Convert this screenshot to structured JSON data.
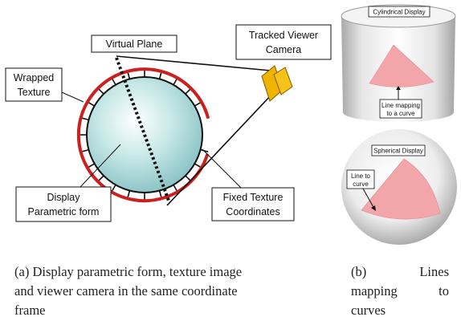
{
  "diagram": {
    "labels": {
      "virtual_plane": "Virtual Plane",
      "tracked_camera": [
        "Tracked Viewer",
        "Camera"
      ],
      "wrapped_texture": [
        "Wrapped",
        "Texture"
      ],
      "display_form": [
        "Display",
        "Parametric form"
      ],
      "fixed_coords": [
        "Fixed Texture",
        "Coordinates"
      ]
    },
    "colors": {
      "texture_arc": "#cc1f1f",
      "sphere": "#a8d8d8",
      "camera": "#f0b400"
    }
  },
  "renders": {
    "cylinder": {
      "title": "Cylindrical Display",
      "note": [
        "Line mapping",
        "to a curve"
      ],
      "patch_color": "#f2a6aa"
    },
    "sphere": {
      "title": "Spherical Display",
      "note": [
        "Line to",
        "curve"
      ],
      "patch_color": "#f2a6aa"
    }
  },
  "captions": {
    "a": [
      "(a) Display parametric form, texture image",
      "and viewer camera in the same coordinate",
      "frame"
    ],
    "b": [
      [
        "(b)",
        "Lines"
      ],
      [
        "mapping",
        "to"
      ],
      [
        "curves"
      ]
    ]
  }
}
